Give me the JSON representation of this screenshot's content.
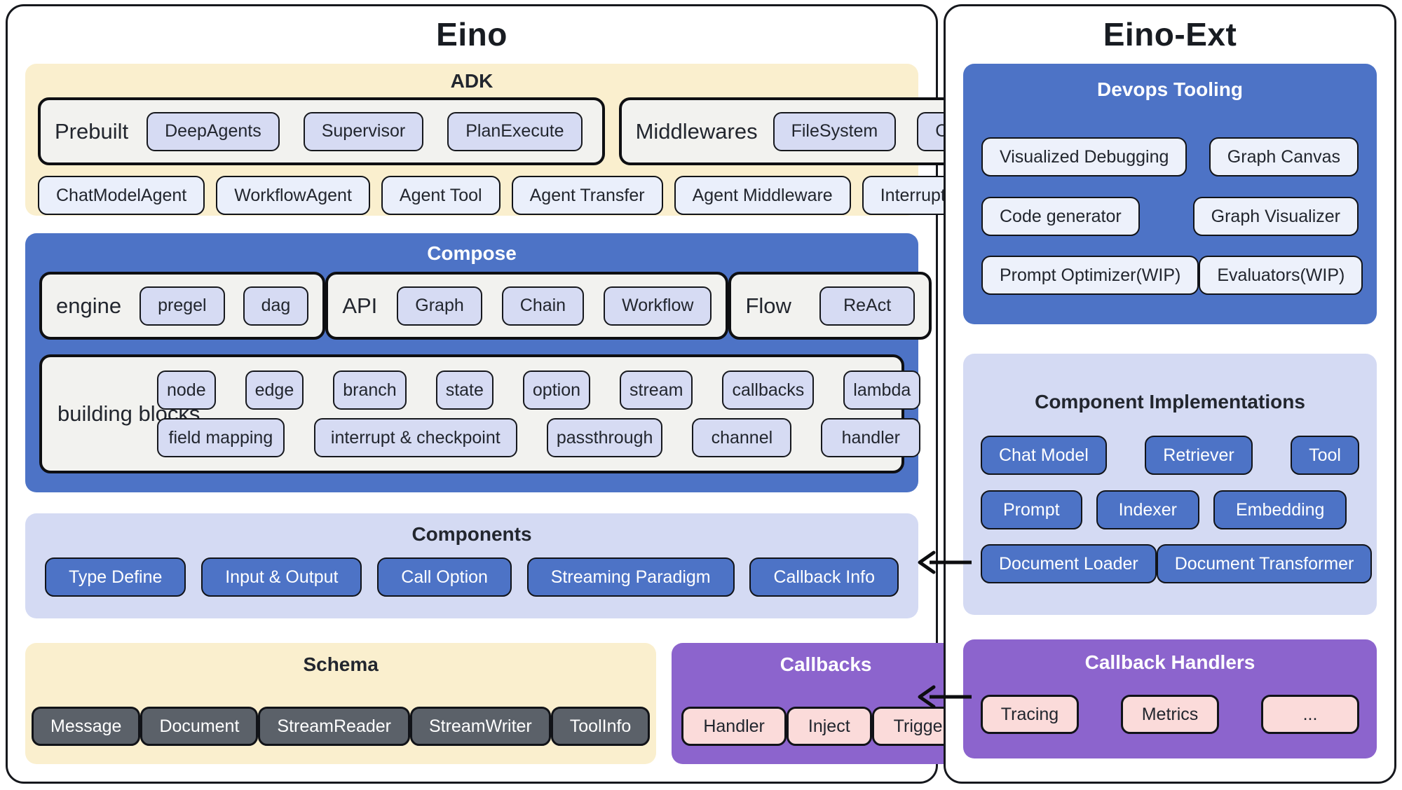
{
  "colors": {
    "blue": "#4D73C6",
    "cream": "#FAEFCE",
    "lavender_section": "#D4DAF3",
    "lavender_pill": "#D6DBF3",
    "purple": "#8C64CD",
    "pink": "#FBDBDA",
    "slate": "#5B6169",
    "light_button": "#EAEFFB",
    "border": "#16181d"
  },
  "eino": {
    "title": "Eino",
    "adk": {
      "title": "ADK",
      "prebuilt": {
        "label": "Prebuilt",
        "pills": [
          "DeepAgents",
          "Supervisor",
          "PlanExecute"
        ]
      },
      "middlewares": {
        "label": "Middlewares",
        "pills": [
          "FileSystem",
          "Context Engineer"
        ]
      },
      "agents_row": [
        "ChatModelAgent",
        "WorkflowAgent",
        "Agent Tool",
        "Agent Transfer",
        "Agent Middleware",
        "Interrupt Resume"
      ]
    },
    "compose": {
      "title": "Compose",
      "engine": {
        "label": "engine",
        "pills": [
          "pregel",
          "dag"
        ]
      },
      "api": {
        "label": "API",
        "pills": [
          "Graph",
          "Chain",
          "Workflow"
        ]
      },
      "flow": {
        "label": "Flow",
        "pills": [
          "ReAct"
        ]
      },
      "building_blocks": {
        "label": "building blocks",
        "row1": [
          "node",
          "edge",
          "branch",
          "state",
          "option",
          "stream",
          "callbacks",
          "lambda"
        ],
        "row2": [
          "field mapping",
          "interrupt & checkpoint",
          "passthrough",
          "channel",
          "handler"
        ]
      }
    },
    "components": {
      "title": "Components",
      "buttons": [
        "Type Define",
        "Input & Output",
        "Call Option",
        "Streaming Paradigm",
        "Callback Info"
      ]
    },
    "schema": {
      "title": "Schema",
      "buttons": [
        "Message",
        "Document",
        "StreamReader",
        "StreamWriter",
        "ToolInfo"
      ]
    },
    "callbacks": {
      "title": "Callbacks",
      "buttons": [
        "Handler",
        "Inject",
        "Trigger"
      ]
    }
  },
  "eino_ext": {
    "title": "Eino-Ext",
    "devops": {
      "title": "Devops Tooling",
      "rows": [
        [
          "Visualized Debugging",
          "Graph Canvas"
        ],
        [
          "Code generator",
          "Graph Visualizer"
        ],
        [
          "Prompt Optimizer(WIP)",
          "Evaluators(WIP)"
        ]
      ]
    },
    "implementations": {
      "title": "Component Implementations",
      "rows": [
        [
          "Chat Model",
          "Retriever",
          "Tool"
        ],
        [
          "Prompt",
          "Indexer",
          "Embedding"
        ],
        [
          "Document Loader",
          "Document Transformer"
        ]
      ]
    },
    "handlers": {
      "title": "Callback Handlers",
      "buttons": [
        "Tracing",
        "Metrics",
        "..."
      ]
    }
  }
}
